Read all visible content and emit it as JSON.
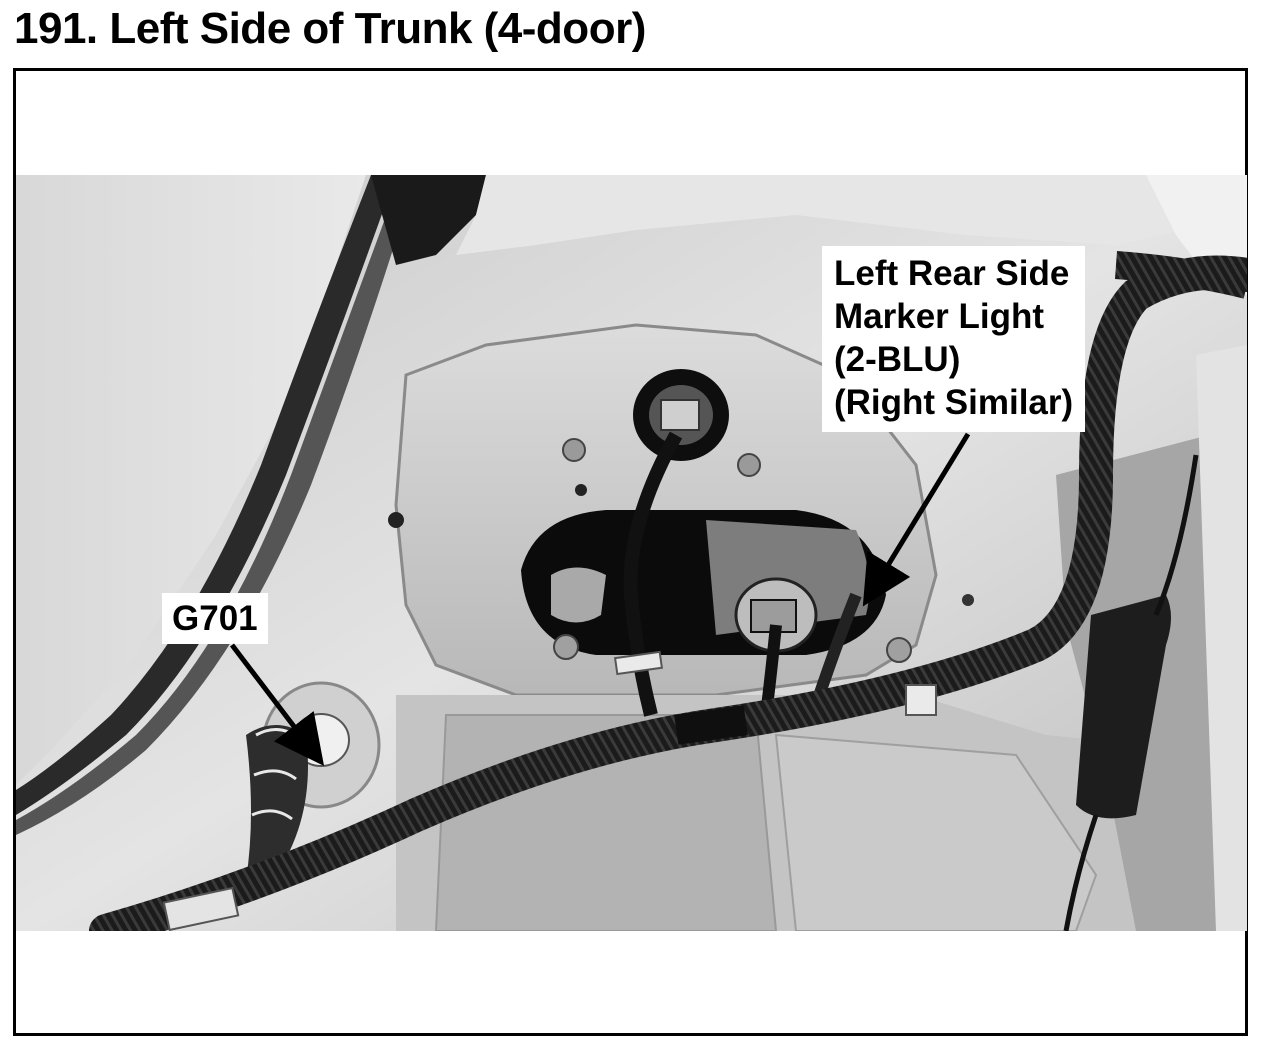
{
  "page": {
    "title": "191. Left Side of Trunk (4-door)"
  },
  "callouts": {
    "g701": {
      "label": "G701"
    },
    "marker_light": {
      "lines": [
        "Left Rear Side",
        "Marker Light",
        "(2-BLU)",
        "(Right Similar)"
      ]
    }
  },
  "colors": {
    "border": "#000000",
    "background": "#ffffff",
    "photo_grayscale_light": "#d9d9d9",
    "photo_grayscale_dark": "#1a1a1a"
  }
}
